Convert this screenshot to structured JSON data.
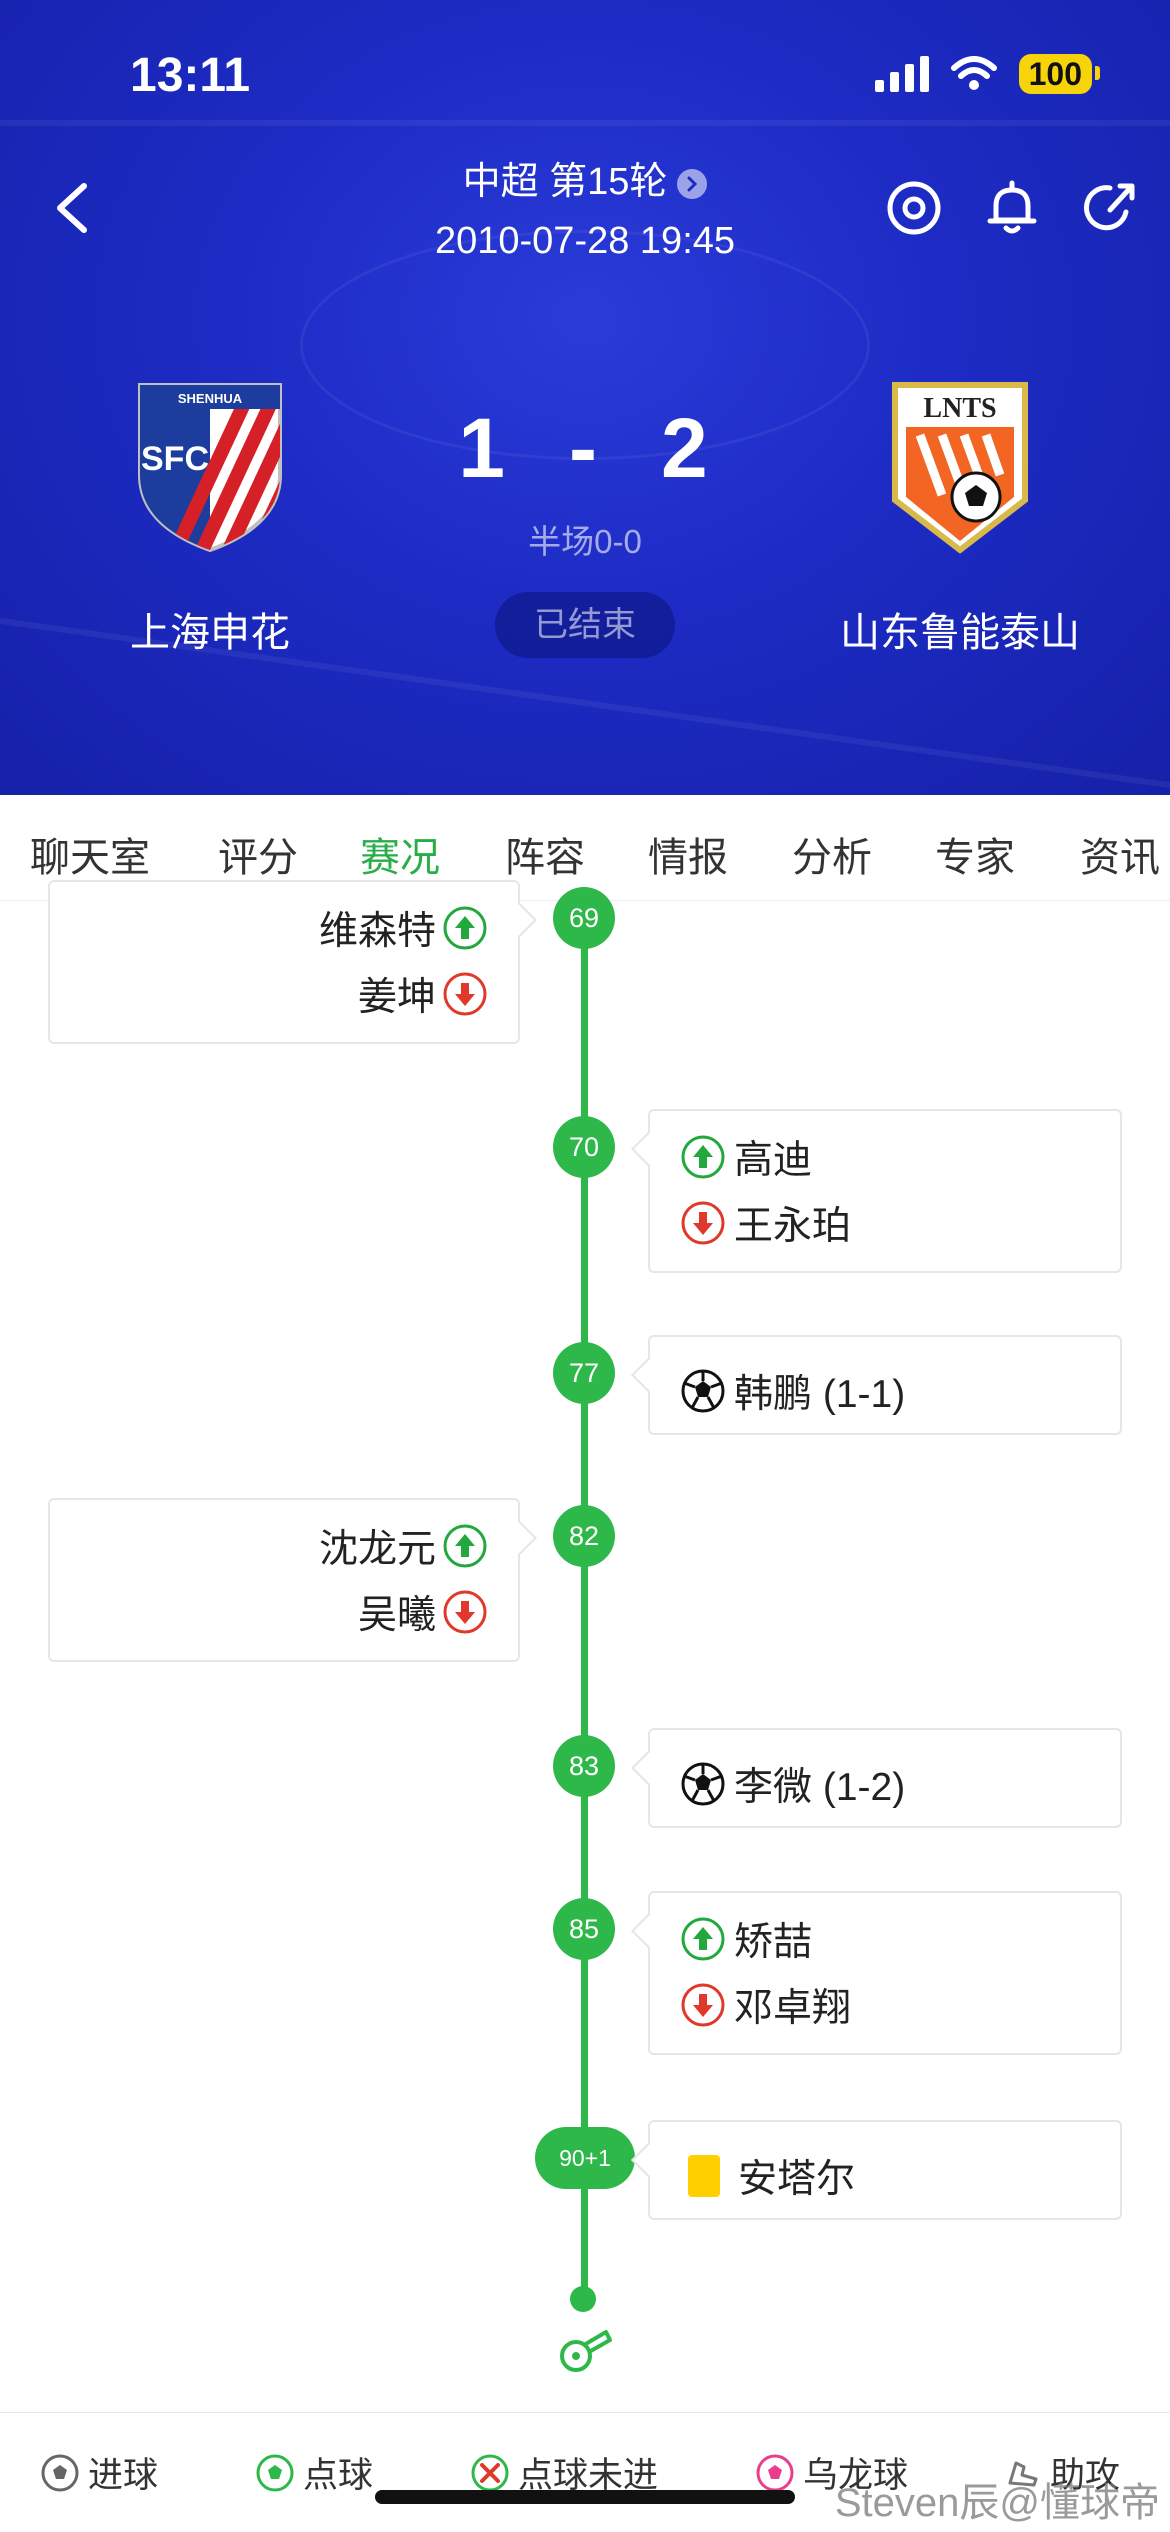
{
  "status_bar": {
    "time": "13:11",
    "battery": "100"
  },
  "match": {
    "title": "中超 第15轮",
    "date": "2010-07-28 19:45",
    "home": {
      "name": "上海申花",
      "score": "1"
    },
    "away": {
      "name": "山东鲁能泰山",
      "score": "2"
    },
    "separator": "-",
    "halftime": "半场0-0",
    "status": "已结束"
  },
  "tabs": [
    "聊天室",
    "评分",
    "赛况",
    "阵容",
    "情报",
    "分析",
    "专家",
    "资讯"
  ],
  "active_tab": "赛况",
  "events": [
    {
      "minute": "69",
      "side": "home",
      "lines": [
        {
          "type": "sub-in",
          "text": "维森特"
        },
        {
          "type": "sub-out",
          "text": "姜坤"
        }
      ]
    },
    {
      "minute": "70",
      "side": "away",
      "lines": [
        {
          "type": "sub-in",
          "text": "高迪"
        },
        {
          "type": "sub-out",
          "text": "王永珀"
        }
      ]
    },
    {
      "minute": "77",
      "side": "away",
      "lines": [
        {
          "type": "goal",
          "text": "韩鹏 (1-1)"
        }
      ]
    },
    {
      "minute": "82",
      "side": "home",
      "lines": [
        {
          "type": "sub-in",
          "text": "沈龙元"
        },
        {
          "type": "sub-out",
          "text": "吴曦"
        }
      ]
    },
    {
      "minute": "83",
      "side": "away",
      "lines": [
        {
          "type": "goal",
          "text": "李微 (1-2)"
        }
      ]
    },
    {
      "minute": "85",
      "side": "away",
      "lines": [
        {
          "type": "sub-in",
          "text": "矫喆"
        },
        {
          "type": "sub-out",
          "text": "邓卓翔"
        }
      ]
    },
    {
      "minute": "90+1",
      "side": "away",
      "lines": [
        {
          "type": "yellow-card",
          "text": "安塔尔"
        }
      ]
    }
  ],
  "legend": [
    "进球",
    "点球",
    "点球未进",
    "乌龙球",
    "助攻"
  ],
  "watermark": "Steven辰@懂球帝",
  "colors": {
    "header": "#1d2bc4",
    "accent": "#2fb84a",
    "sub_in": "#22a83c",
    "sub_out": "#e0392b",
    "yellow": "#ffd000"
  }
}
